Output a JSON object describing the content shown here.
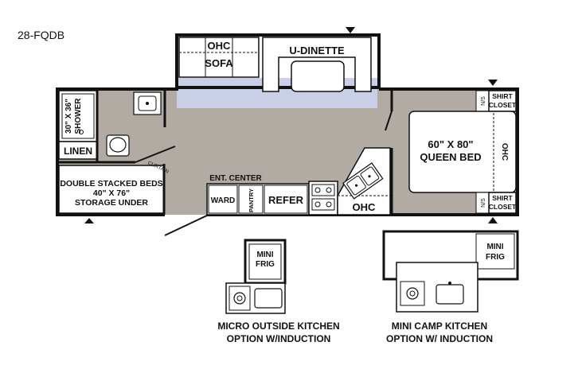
{
  "model": "28-FQDB",
  "labels": {
    "ohc_top": "OHC",
    "sofa": "SOFA",
    "u_dinette": "U-DINETTE",
    "shower_line1": "30\" X 36\"",
    "shower_line2": "SHOWER",
    "linen": "LINEN",
    "curtain": "CURTAIN",
    "bunks_line1": "DOUBLE STACKED BEDS",
    "bunks_line2": "40\" X 76\"",
    "bunks_line3": "STORAGE UNDER",
    "ent_center": "ENT. CENTER",
    "ward": "WARD",
    "pantry": "PANTRY",
    "refer": "REFER",
    "ohc_kitchen": "OHC",
    "ns_top": "N/S",
    "shirt_closet_top_1": "SHIRT",
    "shirt_closet_top_2": "CLOSET",
    "queen_line1": "60\" X 80\"",
    "queen_line2": "QUEEN BED",
    "ohc_bed": "OHC",
    "ns_bottom": "N/S",
    "shirt_closet_bottom_1": "SHIRT",
    "shirt_closet_bottom_2": "CLOSET",
    "mini_frig_1a": "MINI",
    "mini_frig_1b": "FRIG",
    "mini_frig_2a": "MINI",
    "mini_frig_2b": "FRIG",
    "option1_line1": "MICRO OUTSIDE KITCHEN",
    "option1_line2": "OPTION W/INDUCTION",
    "option2_line1": "MINI CAMP KITCHEN",
    "option2_line2": "OPTION W/ INDUCTION"
  },
  "colors": {
    "floor": "#b1aba3",
    "slide_floor": "#c8cfe6",
    "wall": "#111111",
    "fixture": "#ffffff"
  }
}
